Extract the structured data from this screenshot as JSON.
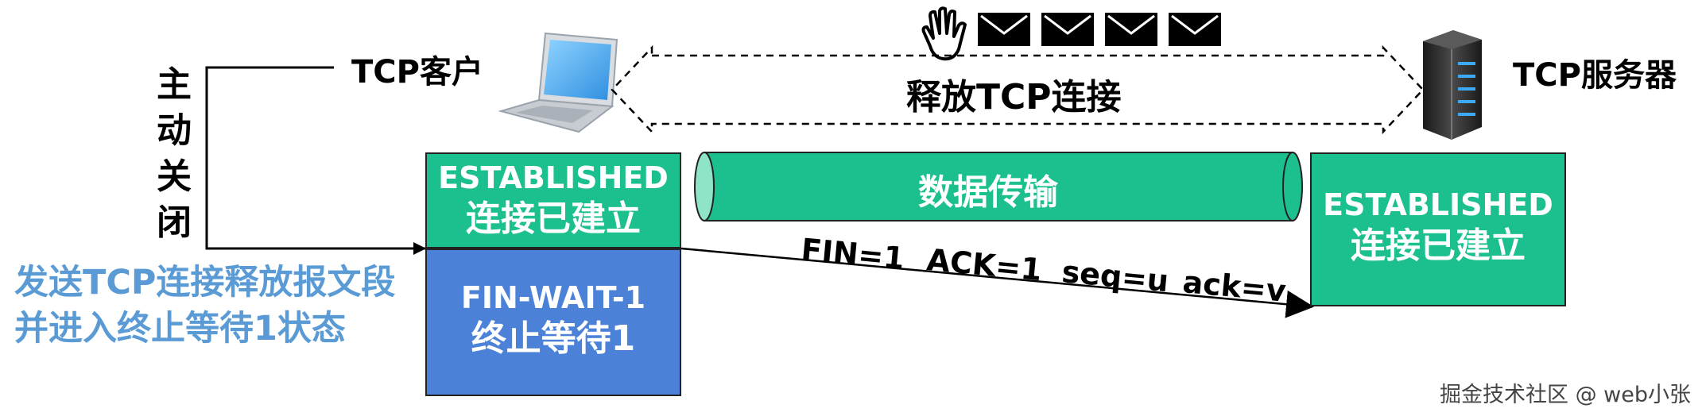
{
  "client_label": "TCP客户",
  "server_label": "TCP服务器",
  "active_close_label": "主\n动\n关\n闭",
  "release_label": "释放TCP连接",
  "data_transfer_label": "数据传输",
  "client_state_top": {
    "en": "ESTABLISHED",
    "zh": "连接已建立"
  },
  "client_state_bottom": {
    "en": "FIN-WAIT-1",
    "zh": "终止等待1"
  },
  "server_state": {
    "en": "ESTABLISHED",
    "zh": "连接已建立"
  },
  "segment": {
    "fin": "FIN=1",
    "ack": "ACK=1",
    "seq": "seq=u",
    "ack_num": "ack=v"
  },
  "note_line1": "发送TCP连接释放报文段",
  "note_line2": "并进入终止等待1状态",
  "watermark": "掘金技术社区 @ web小张",
  "colors": {
    "green": "#1bc08e",
    "blue": "#4b82d8",
    "note": "#5b9bd5"
  },
  "icons": [
    "laptop-icon",
    "server-icon",
    "waving-hand-icon",
    "envelope-icon"
  ]
}
